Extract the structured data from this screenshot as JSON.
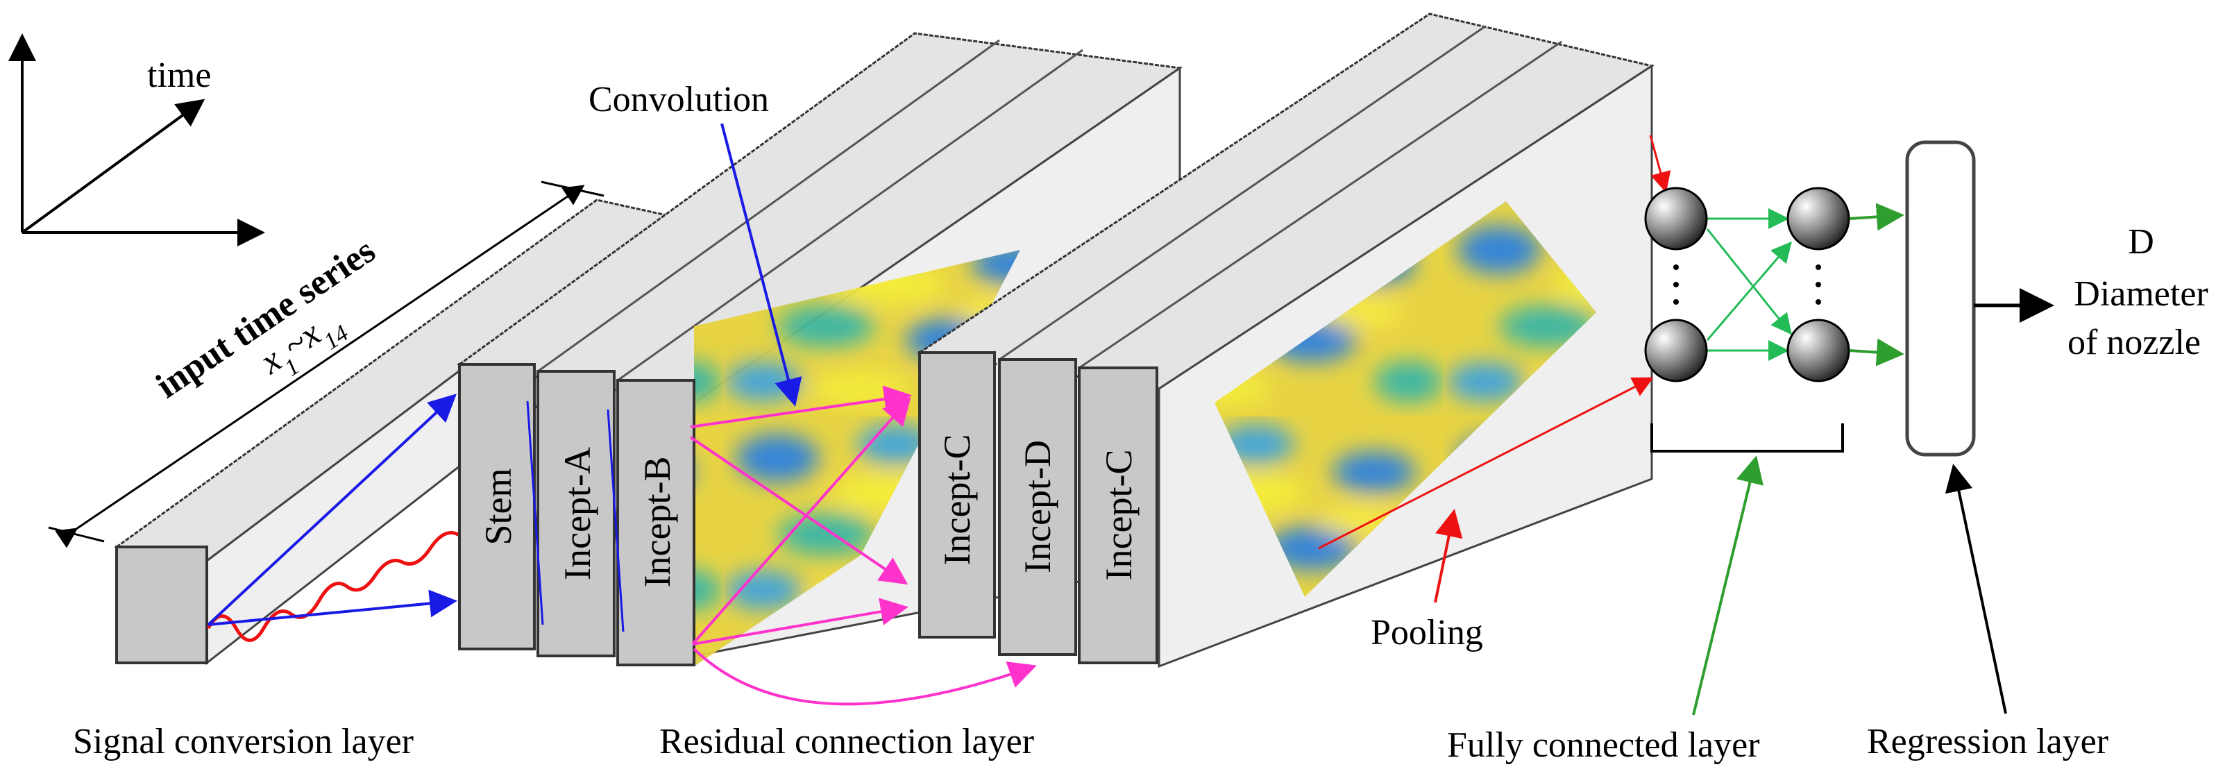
{
  "axes": {
    "time_label": "time"
  },
  "input": {
    "title": "input time series",
    "range_var_start": "x",
    "range_start_sub": "1",
    "range_sep": "~",
    "range_var_end": "x",
    "range_end_sub": "14"
  },
  "blocks": [
    "Stem",
    "Incept-A",
    "Incept-B",
    "Incept-C",
    "Incept-D",
    "Incept-C"
  ],
  "labels": {
    "convolution": "Convolution",
    "signal_conversion": "Signal conversion layer",
    "residual_connection": "Residual connection layer",
    "pooling": "Pooling",
    "fully_connected": "Fully connected layer",
    "regression": "Regression layer"
  },
  "output": {
    "symbol": "D",
    "line1": "Diameter",
    "line2": "of nozzle"
  },
  "colors": {
    "convolution": "#1a1ae6",
    "residual": "#ff33cc",
    "pooling": "#ee1111",
    "fully_connected": "#2e9e2e",
    "fc_inner": "#22bb55",
    "box_front": "#c8c8c8",
    "box_top": "#e4e4e4",
    "box_side": "#efefef"
  }
}
